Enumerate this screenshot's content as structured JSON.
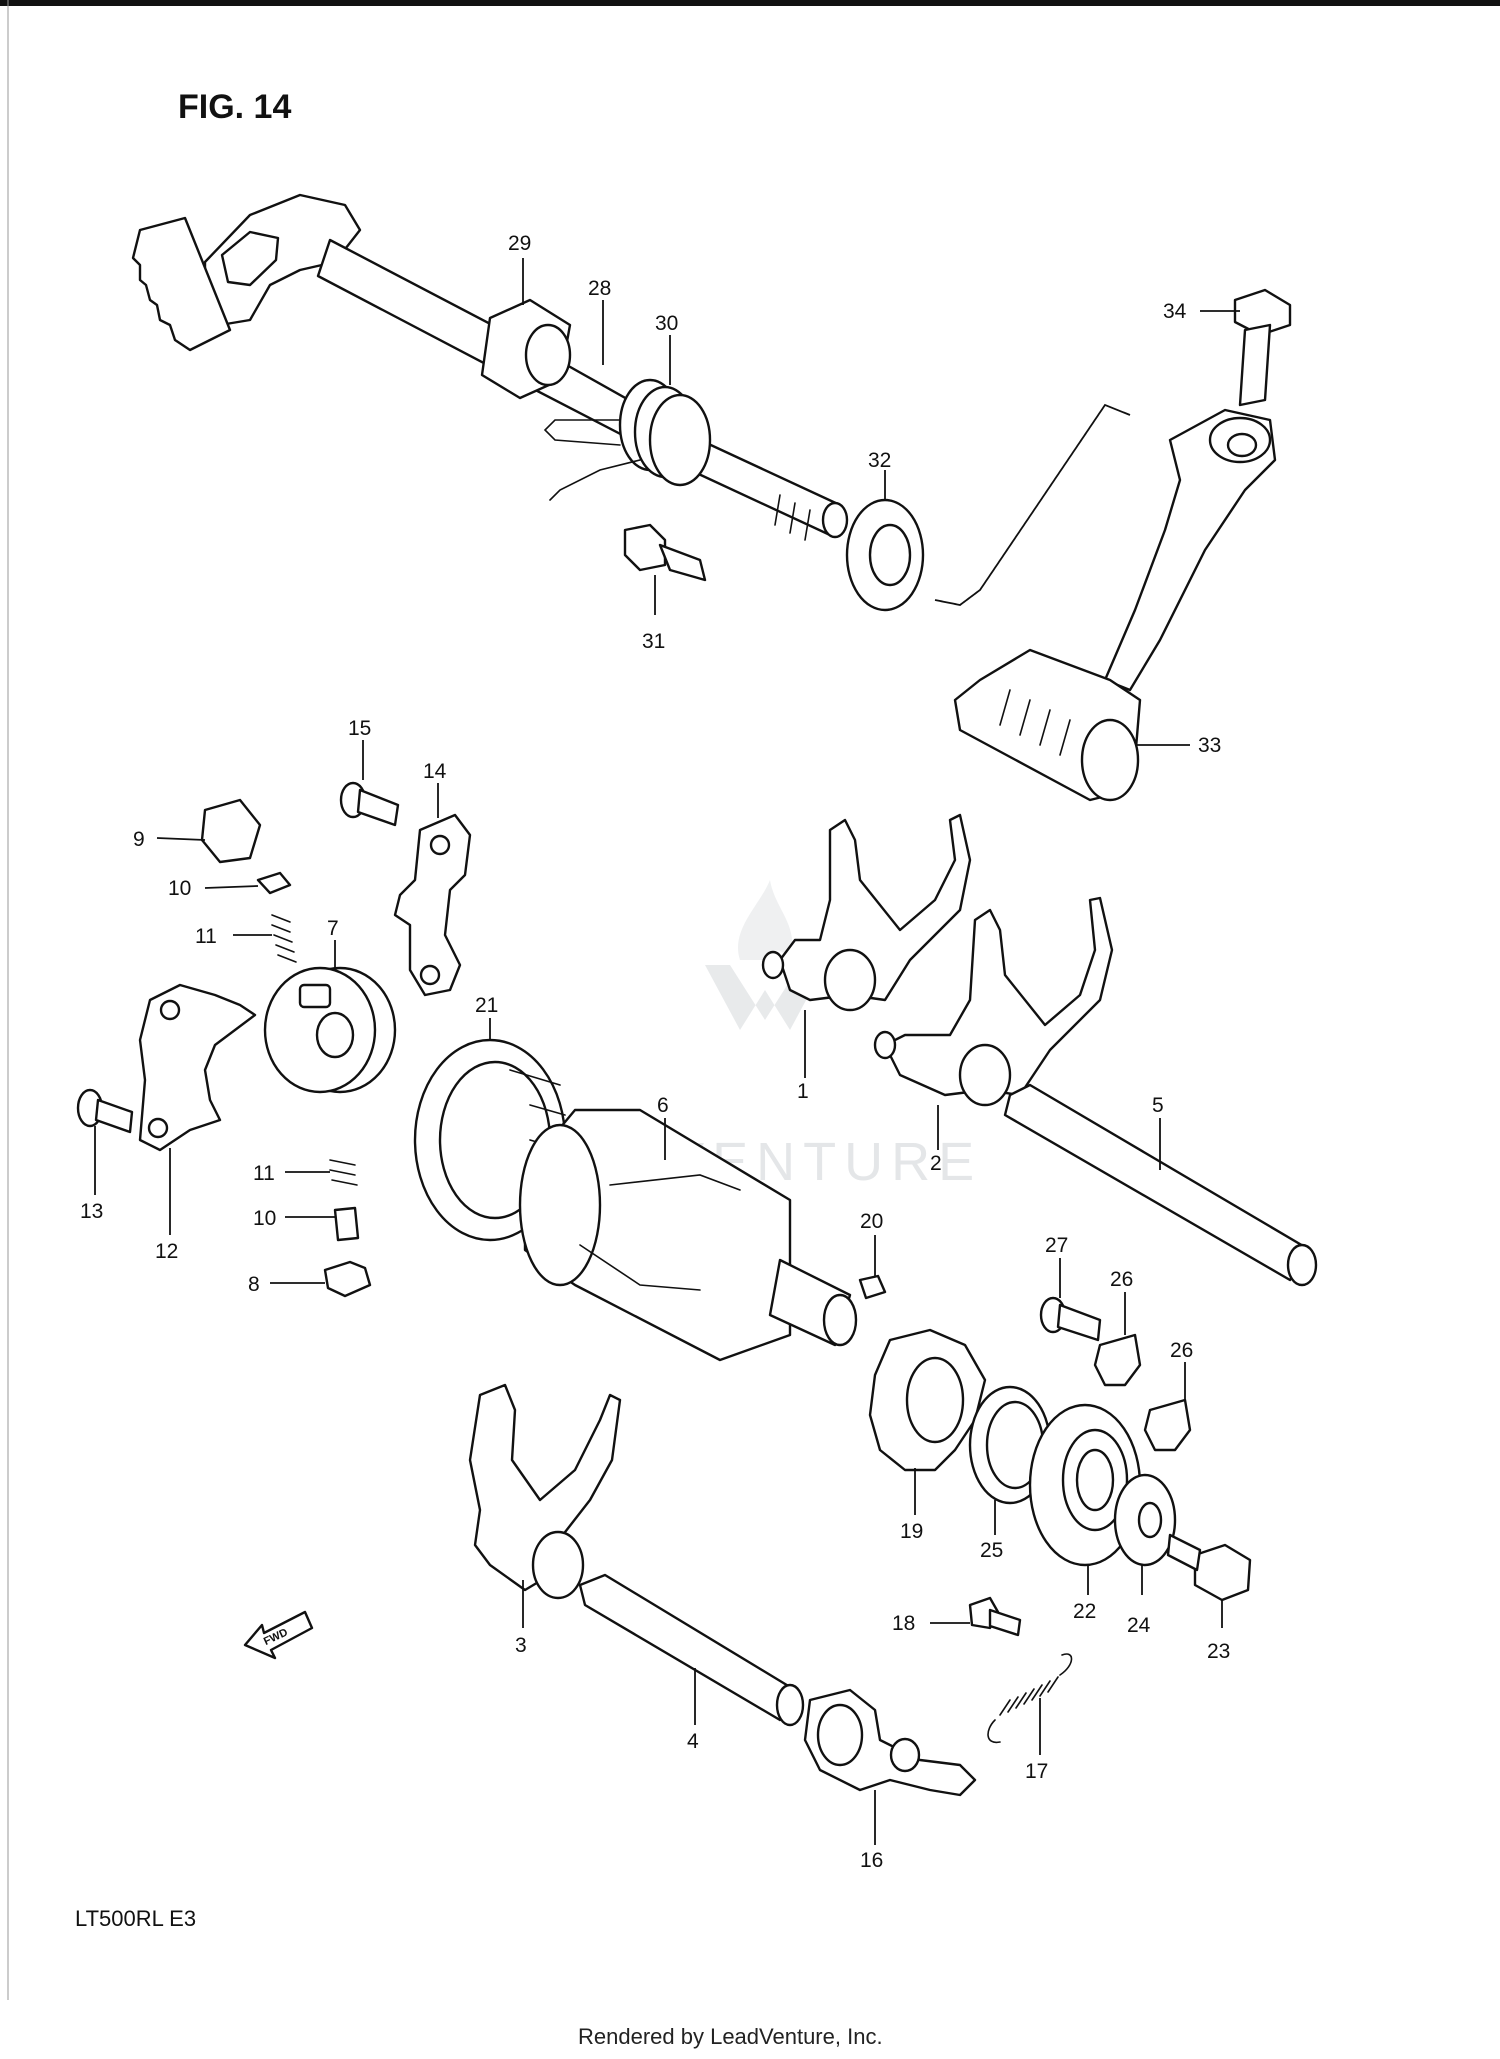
{
  "figure": {
    "title": "FIG. 14",
    "model_code": "LT500RL E3",
    "footer": "Rendered by LeadVenture, Inc.",
    "watermark": "LEADVENTURE",
    "direction_label": "FWD"
  },
  "callouts": [
    {
      "id": "1",
      "label": "1"
    },
    {
      "id": "2a",
      "label": "2"
    },
    {
      "id": "2b",
      "label": "2"
    },
    {
      "id": "3",
      "label": "3"
    },
    {
      "id": "4",
      "label": "4"
    },
    {
      "id": "5",
      "label": "5"
    },
    {
      "id": "6",
      "label": "6"
    },
    {
      "id": "7",
      "label": "7"
    },
    {
      "id": "8",
      "label": "8"
    },
    {
      "id": "9",
      "label": "9"
    },
    {
      "id": "10a",
      "label": "10"
    },
    {
      "id": "10b",
      "label": "10"
    },
    {
      "id": "11a",
      "label": "11"
    },
    {
      "id": "11b",
      "label": "11"
    },
    {
      "id": "12",
      "label": "12"
    },
    {
      "id": "13",
      "label": "13"
    },
    {
      "id": "14",
      "label": "14"
    },
    {
      "id": "15",
      "label": "15"
    },
    {
      "id": "16",
      "label": "16"
    },
    {
      "id": "17",
      "label": "17"
    },
    {
      "id": "18",
      "label": "18"
    },
    {
      "id": "19",
      "label": "19"
    },
    {
      "id": "20",
      "label": "20"
    },
    {
      "id": "21",
      "label": "21"
    },
    {
      "id": "22",
      "label": "22"
    },
    {
      "id": "23",
      "label": "23"
    },
    {
      "id": "24",
      "label": "24"
    },
    {
      "id": "25",
      "label": "25"
    },
    {
      "id": "26a",
      "label": "26"
    },
    {
      "id": "26b",
      "label": "26"
    },
    {
      "id": "27",
      "label": "27"
    },
    {
      "id": "28",
      "label": "28"
    },
    {
      "id": "29",
      "label": "29"
    },
    {
      "id": "30",
      "label": "30"
    },
    {
      "id": "31",
      "label": "31"
    },
    {
      "id": "32",
      "label": "32"
    },
    {
      "id": "33",
      "label": "33"
    },
    {
      "id": "34",
      "label": "34"
    }
  ]
}
